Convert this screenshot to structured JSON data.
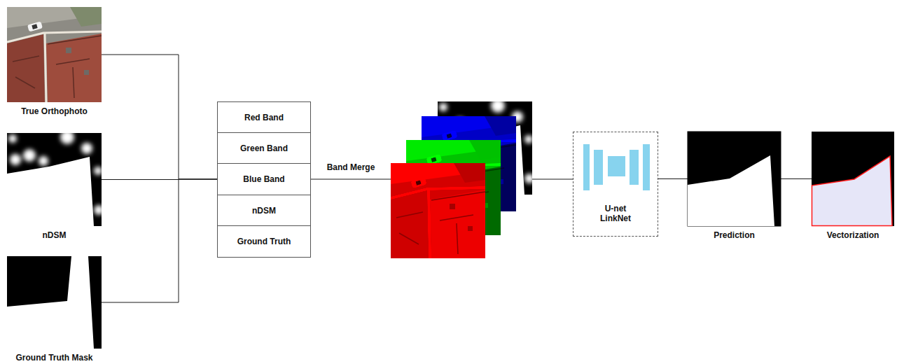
{
  "diagram": {
    "nodes": [
      {
        "text": [
          "True Orthophoto"
        ]
      },
      {
        "text": [
          "nDSM"
        ]
      },
      {
        "text": [
          "Ground Truth Mask"
        ]
      },
      {
        "text": [
          "Red Band"
        ]
      },
      {
        "text": [
          "Green Band"
        ]
      },
      {
        "text": [
          "Blue Band"
        ]
      },
      {
        "text": [
          "nDSM"
        ]
      },
      {
        "text": [
          "Ground Truth"
        ]
      },
      {
        "text": [
          "U-net LinkNet"
        ]
      },
      {
        "text": [
          "Prediction"
        ]
      },
      {
        "text": [
          "Vectorization"
        ]
      }
    ],
    "edges": [
      {
        "from": 0,
        "to": 5,
        "arrow": "none"
      },
      {
        "from": 1,
        "to": 5,
        "arrow": "none"
      },
      {
        "from": 2,
        "to": 5,
        "arrow": "none"
      },
      {
        "from": 5,
        "to": 8,
        "label": "Band Merge",
        "arrow": "none"
      },
      {
        "from": 8,
        "to": 9,
        "arrow": "none"
      },
      {
        "from": 9,
        "to": 10,
        "arrow": "none"
      }
    ]
  }
}
